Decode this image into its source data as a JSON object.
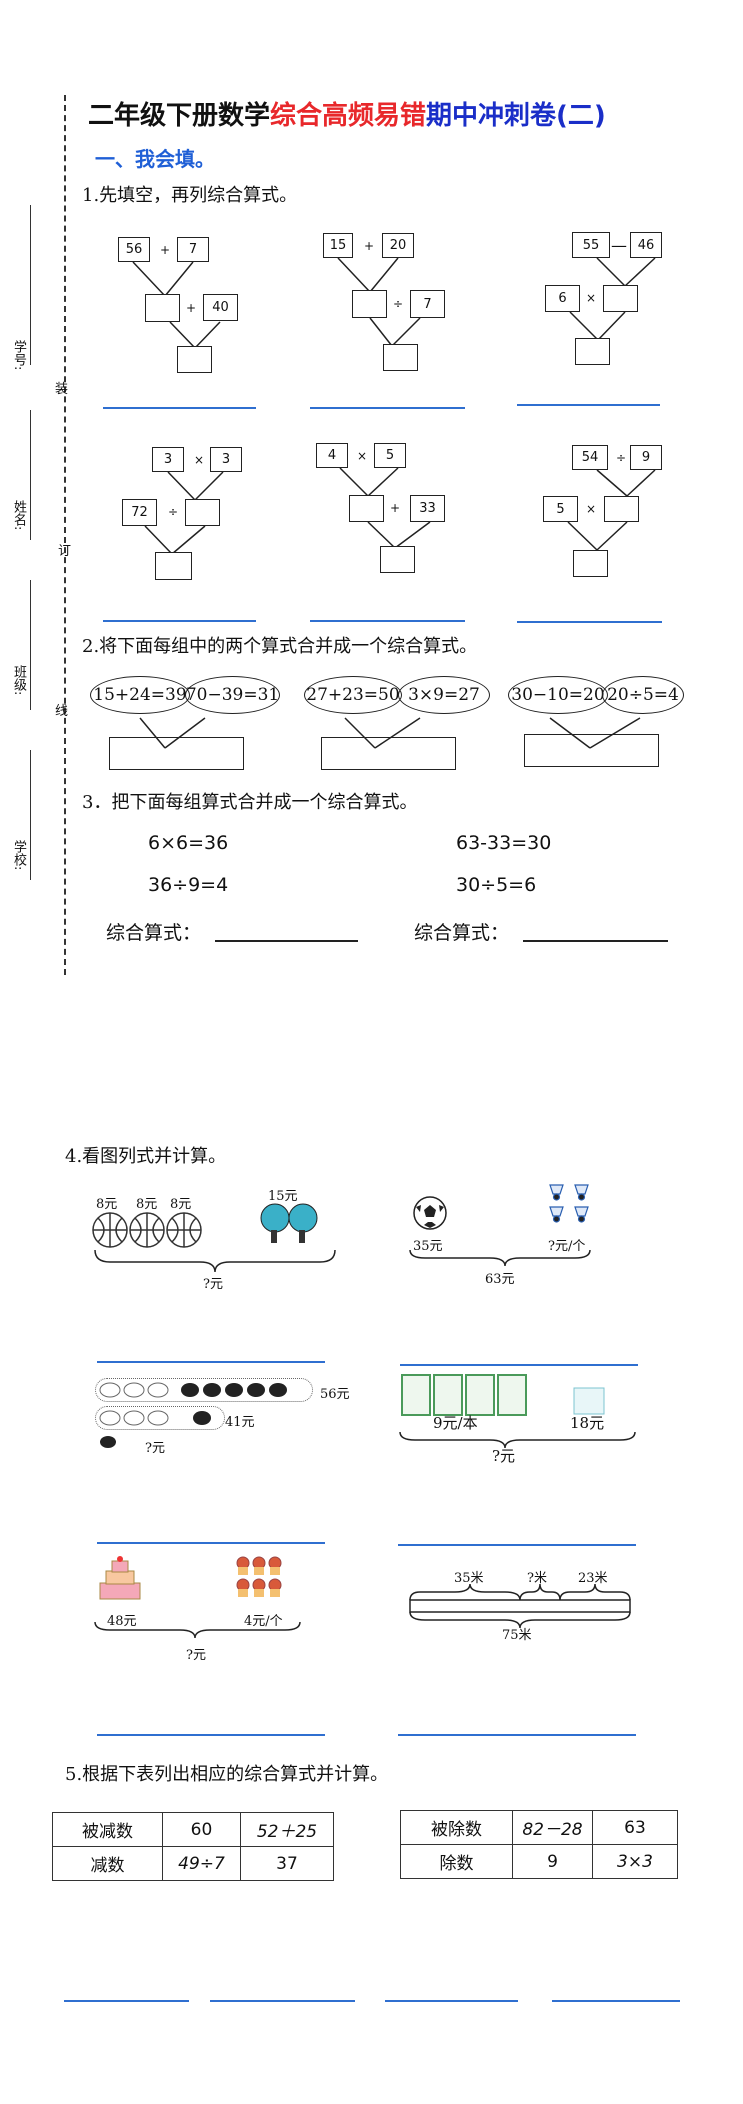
{
  "title": {
    "part1": "二年级下册数学",
    "part2": "综合高频易错",
    "part3": "期中冲刺卷(二)"
  },
  "sidebar": {
    "fields": [
      "学号:",
      "姓名:",
      "班级:",
      "学校:"
    ],
    "bind_chars": [
      "装",
      "订",
      "线"
    ]
  },
  "section1": {
    "heading": "一、我会填。"
  },
  "q1": {
    "prompt": "1.先填空，再列综合算式。",
    "diagrams": [
      {
        "a": "56",
        "op1": "+",
        "b": "7",
        "op2": "+",
        "c": "40",
        "layout": "top"
      },
      {
        "a": "15",
        "op1": "+",
        "b": "20",
        "op2": "÷",
        "c": "7",
        "layout": "top"
      },
      {
        "a": "55",
        "op1": "—",
        "b": "46",
        "op2": "×",
        "c": "6",
        "layout": "top-left"
      },
      {
        "a": "3",
        "op1": "×",
        "b": "3",
        "op2": "÷",
        "c": "72",
        "layout": "left"
      },
      {
        "a": "4",
        "op1": "×",
        "b": "5",
        "op2": "+",
        "c": "33",
        "layout": "top"
      },
      {
        "a": "54",
        "op1": "÷",
        "b": "9",
        "op2": "×",
        "c": "5",
        "layout": "left"
      }
    ]
  },
  "q2": {
    "prompt": "2.将下面每组中的两个算式合并成一个综合算式。",
    "groups": [
      {
        "e1": "15+24=39",
        "e2": "70−39=31"
      },
      {
        "e1": "27+23=50",
        "e2": "3×9=27"
      },
      {
        "e1": "30−10=20",
        "e2": "20÷5=4"
      }
    ]
  },
  "q3": {
    "prompt": "3．把下面每组算式合并成一个综合算式。",
    "g1": [
      "6×6=36",
      "36÷9=4"
    ],
    "g2": [
      "63-33=30",
      "30÷5=6"
    ],
    "label": "综合算式："
  },
  "q4": {
    "prompt": "4.看图列式并计算。",
    "p1": {
      "price_a": "8元",
      "price_b": "15元",
      "total": "?元"
    },
    "p2": {
      "ball": "35元",
      "shuttle": "?元/个",
      "total": "63元"
    },
    "p3": {
      "v1": "56元",
      "v2": "41元",
      "q": "?元"
    },
    "p4": {
      "book": "9元/本",
      "pen": "18元",
      "total": "?元"
    },
    "p5": {
      "cake": "48元",
      "cup": "4元/个",
      "total": "?元"
    },
    "p6": {
      "a": "35米",
      "b": "?米",
      "c": "23米",
      "total": "75米"
    }
  },
  "q5": {
    "prompt": "5.根据下表列出相应的综合算式并计算。",
    "t1": [
      [
        "被减数",
        "60",
        "52＋25"
      ],
      [
        "减数",
        "49÷7",
        "37"
      ]
    ],
    "t2": [
      [
        "被除数",
        "82－28",
        "63"
      ],
      [
        "除数",
        "9",
        "3×3"
      ]
    ]
  }
}
